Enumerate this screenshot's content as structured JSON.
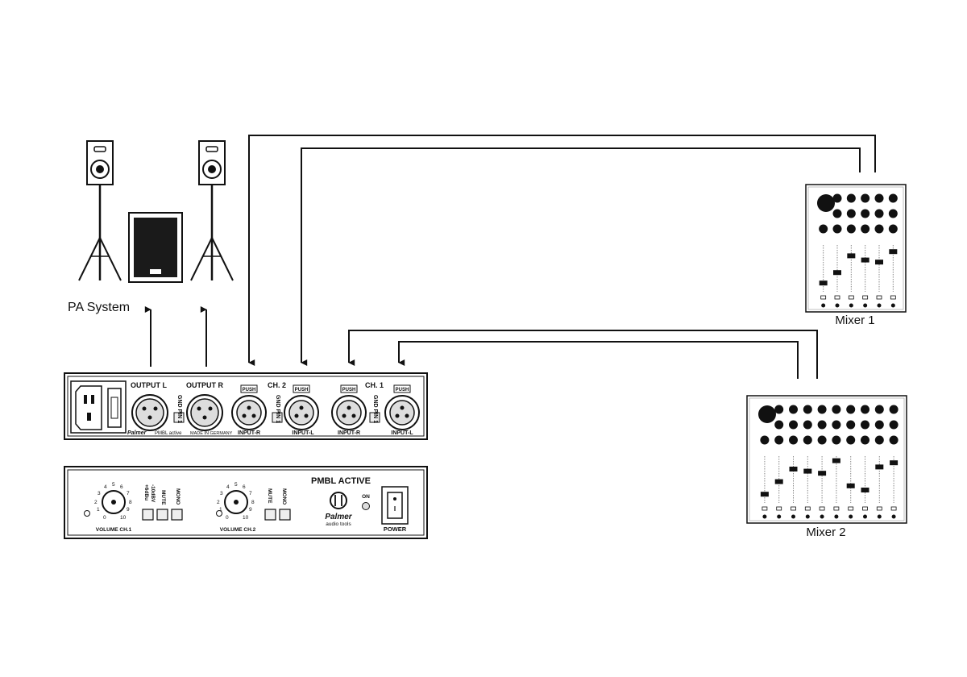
{
  "labels": {
    "pa_system": "PA System",
    "mixer1": "Mixer 1",
    "mixer2": "Mixer 2"
  },
  "rear_panel": {
    "output_l": "OUTPUT L",
    "output_r": "OUTPUT R",
    "ch2": "CH. 2",
    "ch1": "CH. 1",
    "gnd_pin": "GND PIN 1",
    "input_r": "INPUT-R",
    "input_l": "INPUT-L",
    "push": "PUSH",
    "brand": "Palmer",
    "model_line": "PMBL active",
    "made_in": "MADE IN GERMANY"
  },
  "front_panel": {
    "title": "PMBL ACTIVE",
    "volume_ch1": "VOLUME CH.1",
    "volume_ch2": "VOLUME CH.2",
    "plus6": "+6dBu",
    "minus10": "-10dBV",
    "mute": "MUTE",
    "mono": "MONO",
    "on": "ON",
    "power": "POWER",
    "brand": "Palmer",
    "tagline": "audio tools"
  },
  "colors": {
    "line": "#111111",
    "panel_fill": "#f3f3f3",
    "connector_fill": "#dcdcdc",
    "mixer_fill": "#f4f4f4"
  }
}
